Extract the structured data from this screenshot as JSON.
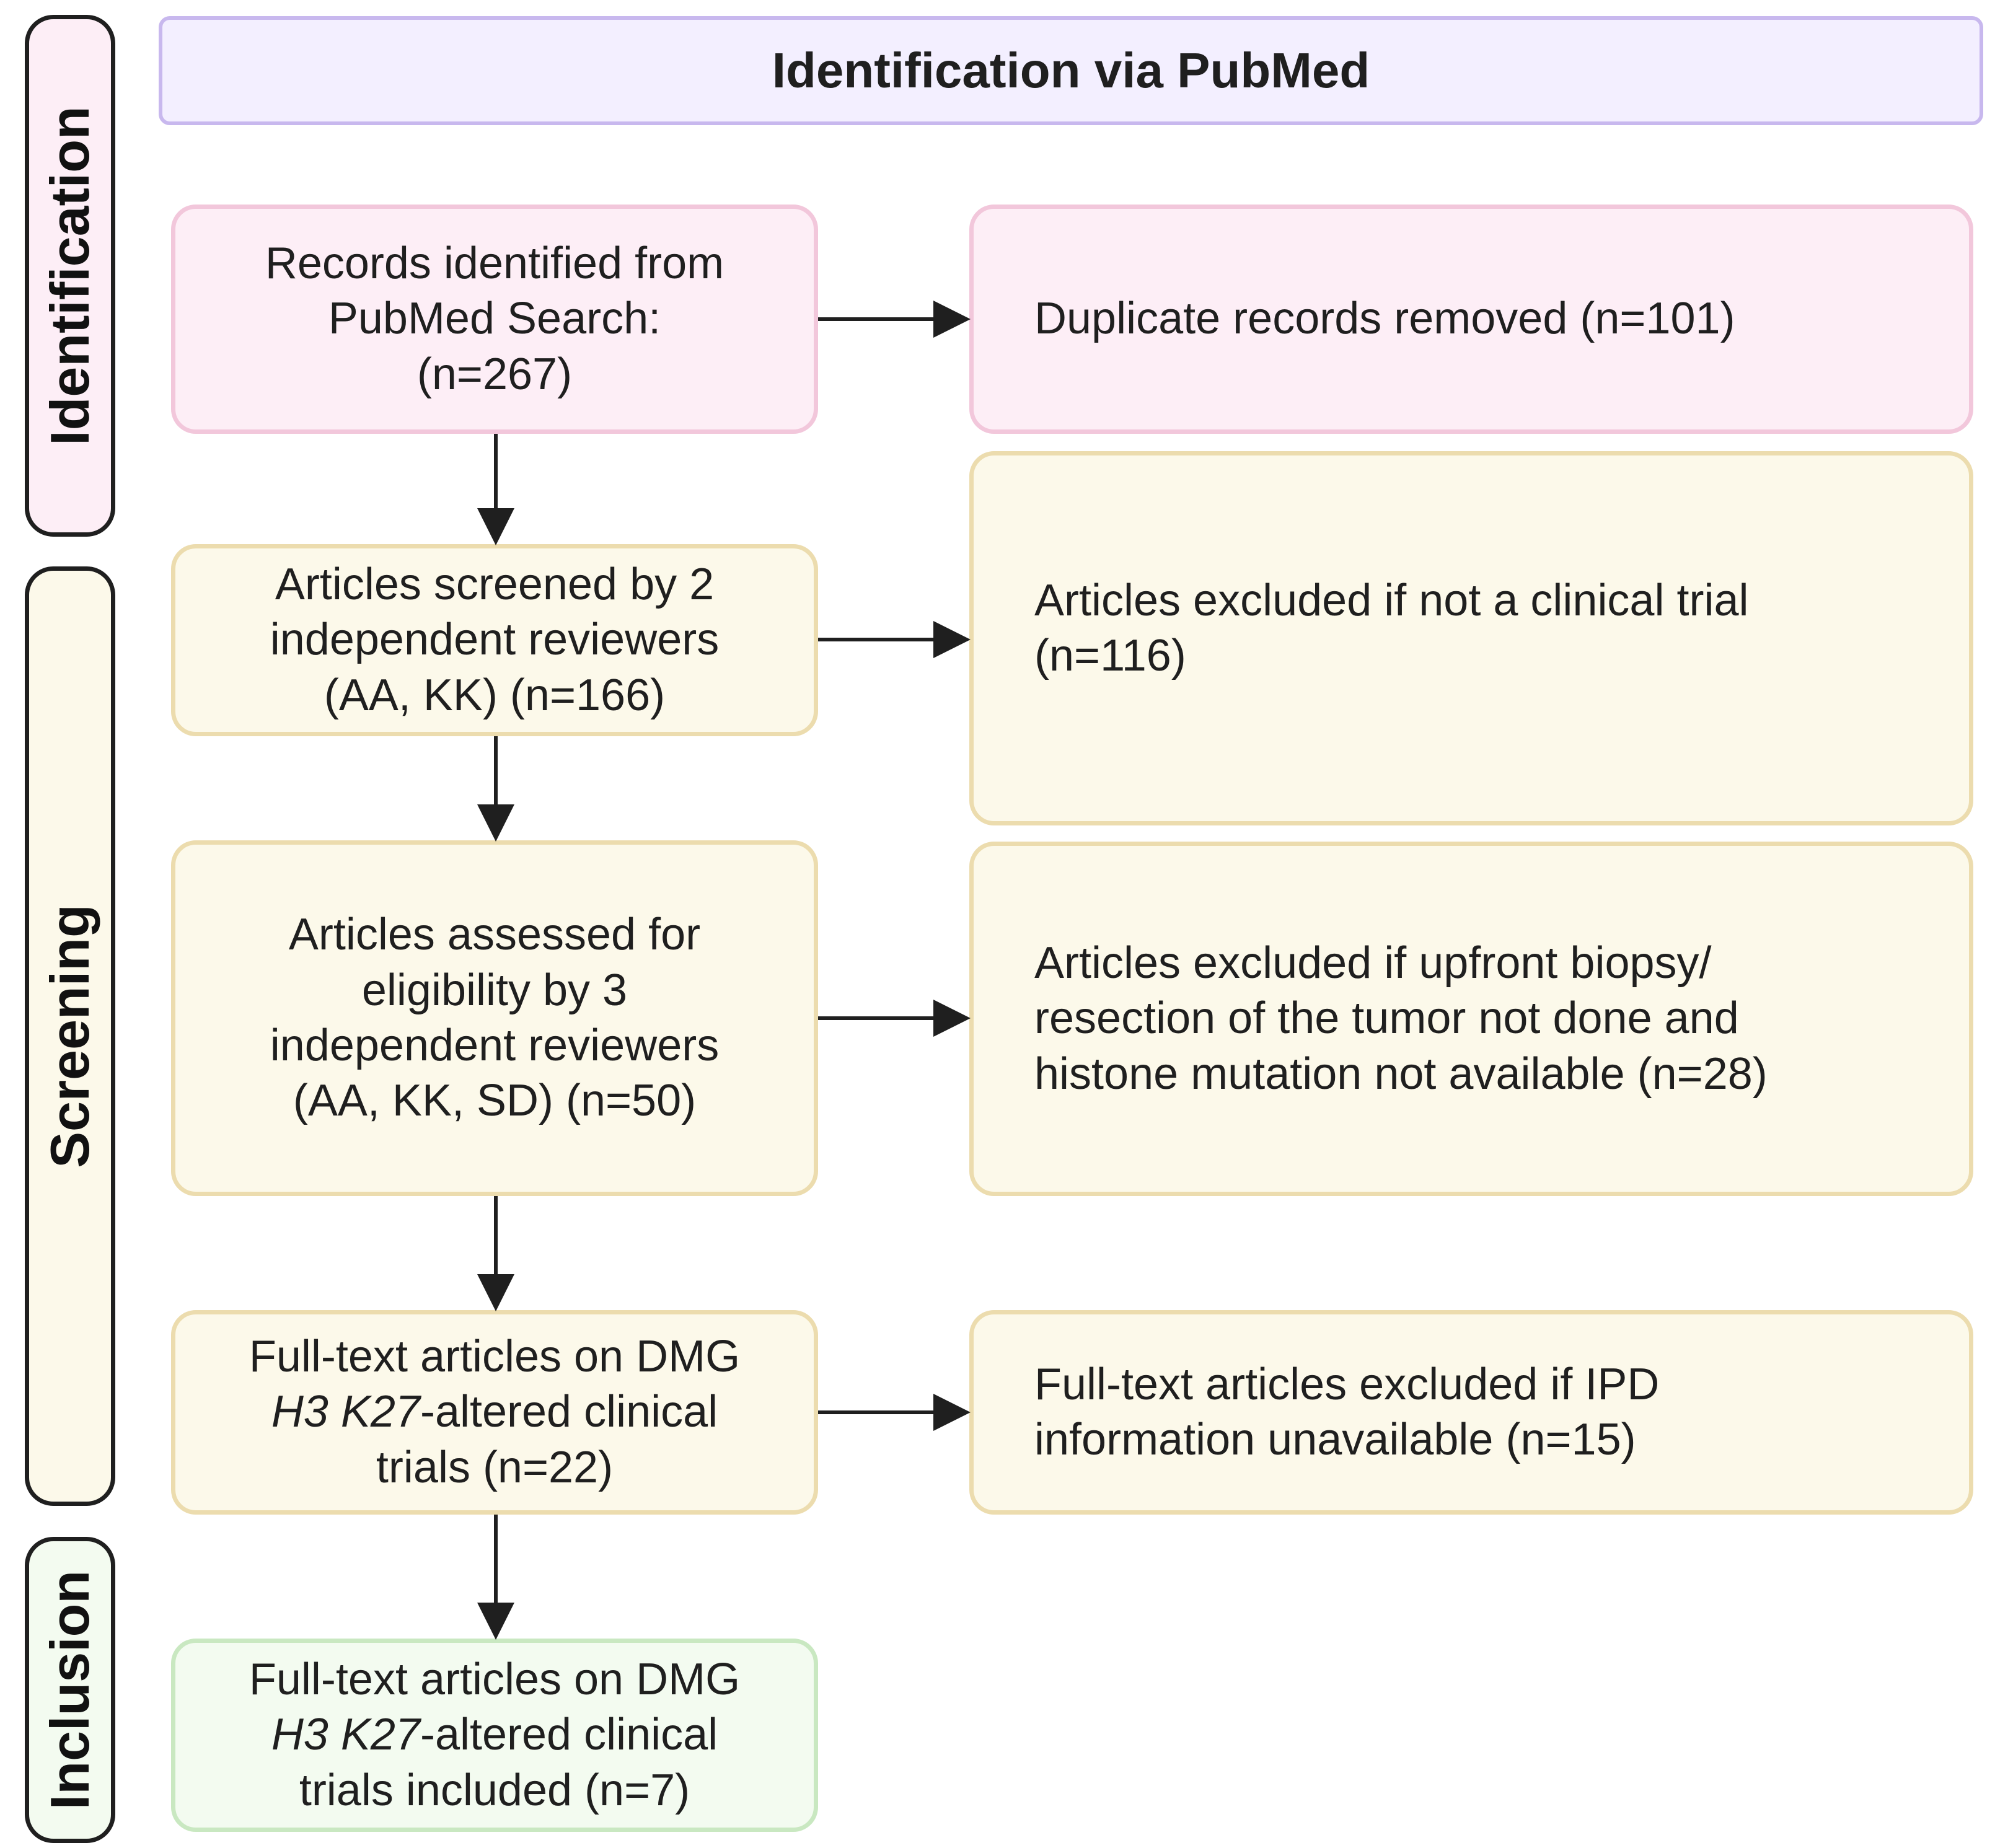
{
  "header": {
    "title": "Identification via PubMed"
  },
  "stages": {
    "identification": "Identification",
    "screening": "Screening",
    "inclusion": "Inclusion"
  },
  "boxes": {
    "records_identified": {
      "lines": [
        "Records identified from",
        "PubMed Search:",
        "(n=267)"
      ]
    },
    "duplicates_removed": {
      "lines": [
        "Duplicate records removed  (n=101)"
      ]
    },
    "articles_screened": {
      "lines": [
        "Articles screened by 2",
        "independent reviewers",
        "(AA, KK) (n=166)"
      ]
    },
    "excluded_not_trial": {
      "lines": [
        "Articles excluded if not a clinical trial",
        "(n=116)"
      ]
    },
    "assessed_eligibility": {
      "lines": [
        "Articles assessed for",
        "eligibility by 3",
        "independent reviewers",
        "(AA, KK, SD) (n=50)"
      ]
    },
    "excluded_no_biopsy": {
      "lines": [
        "Articles excluded if upfront biopsy/",
        "resection of the tumor not done and",
        "histone mutation not available (n=28)"
      ]
    },
    "fulltext_articles": {
      "line1": "Full-text articles on DMG",
      "italic": "H3 K27",
      "line2_rest": "-altered clinical",
      "line3": "trials (n=22)"
    },
    "excluded_ipd": {
      "lines": [
        "Full-text articles excluded if IPD",
        "information unavailable (n=15)"
      ]
    },
    "included": {
      "line1": "Full-text articles on DMG",
      "italic": "H3 K27",
      "line2_rest": "-altered clinical",
      "line3": "trials included (n=7)"
    }
  },
  "colors": {
    "identification_fill": "#fdeef6",
    "screening_fill": "#fcf9ea",
    "inclusion_fill": "#f3fbf0",
    "header_fill": "#f3efff"
  }
}
